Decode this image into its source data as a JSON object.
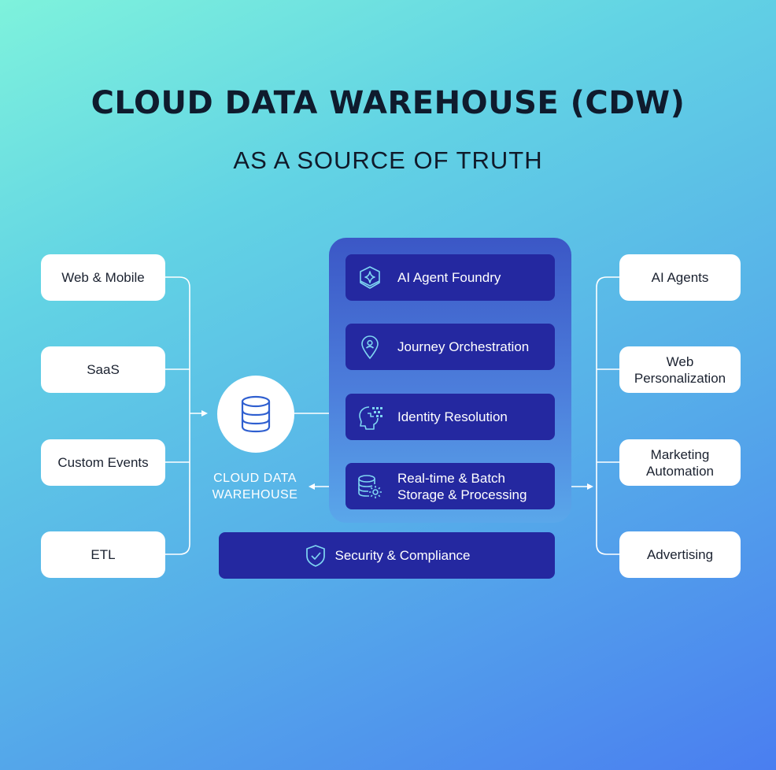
{
  "title": "CLOUD DATA WAREHOUSE (CDW)",
  "subtitle": "AS A SOURCE OF TRUTH",
  "sources": [
    "Web & Mobile",
    "SaaS",
    "Custom Events",
    "ETL"
  ],
  "cdw_label_line1": "CLOUD DATA",
  "cdw_label_line2": "WAREHOUSE",
  "core": {
    "ai_agent_foundry": "AI Agent Foundry",
    "journey_orchestration": "Journey Orchestration",
    "identity_resolution": "Identity Resolution",
    "storage_line1": "Real-time & Batch",
    "storage_line2": "Storage & Processing"
  },
  "security": "Security & Compliance",
  "destinations": {
    "ai_agents": "AI Agents",
    "web_personalization_line1": "Web",
    "web_personalization_line2": "Personalization",
    "marketing_automation_line1": "Marketing",
    "marketing_automation_line2": "Automation",
    "advertising": "Advertising"
  },
  "colors": {
    "box_navy": "#2428a0",
    "core_panel": "#3b57c6",
    "icon_cyan": "#7fd6f2",
    "db_icon_blue": "#2f5fd0",
    "title_text": "#0f1b2d"
  }
}
